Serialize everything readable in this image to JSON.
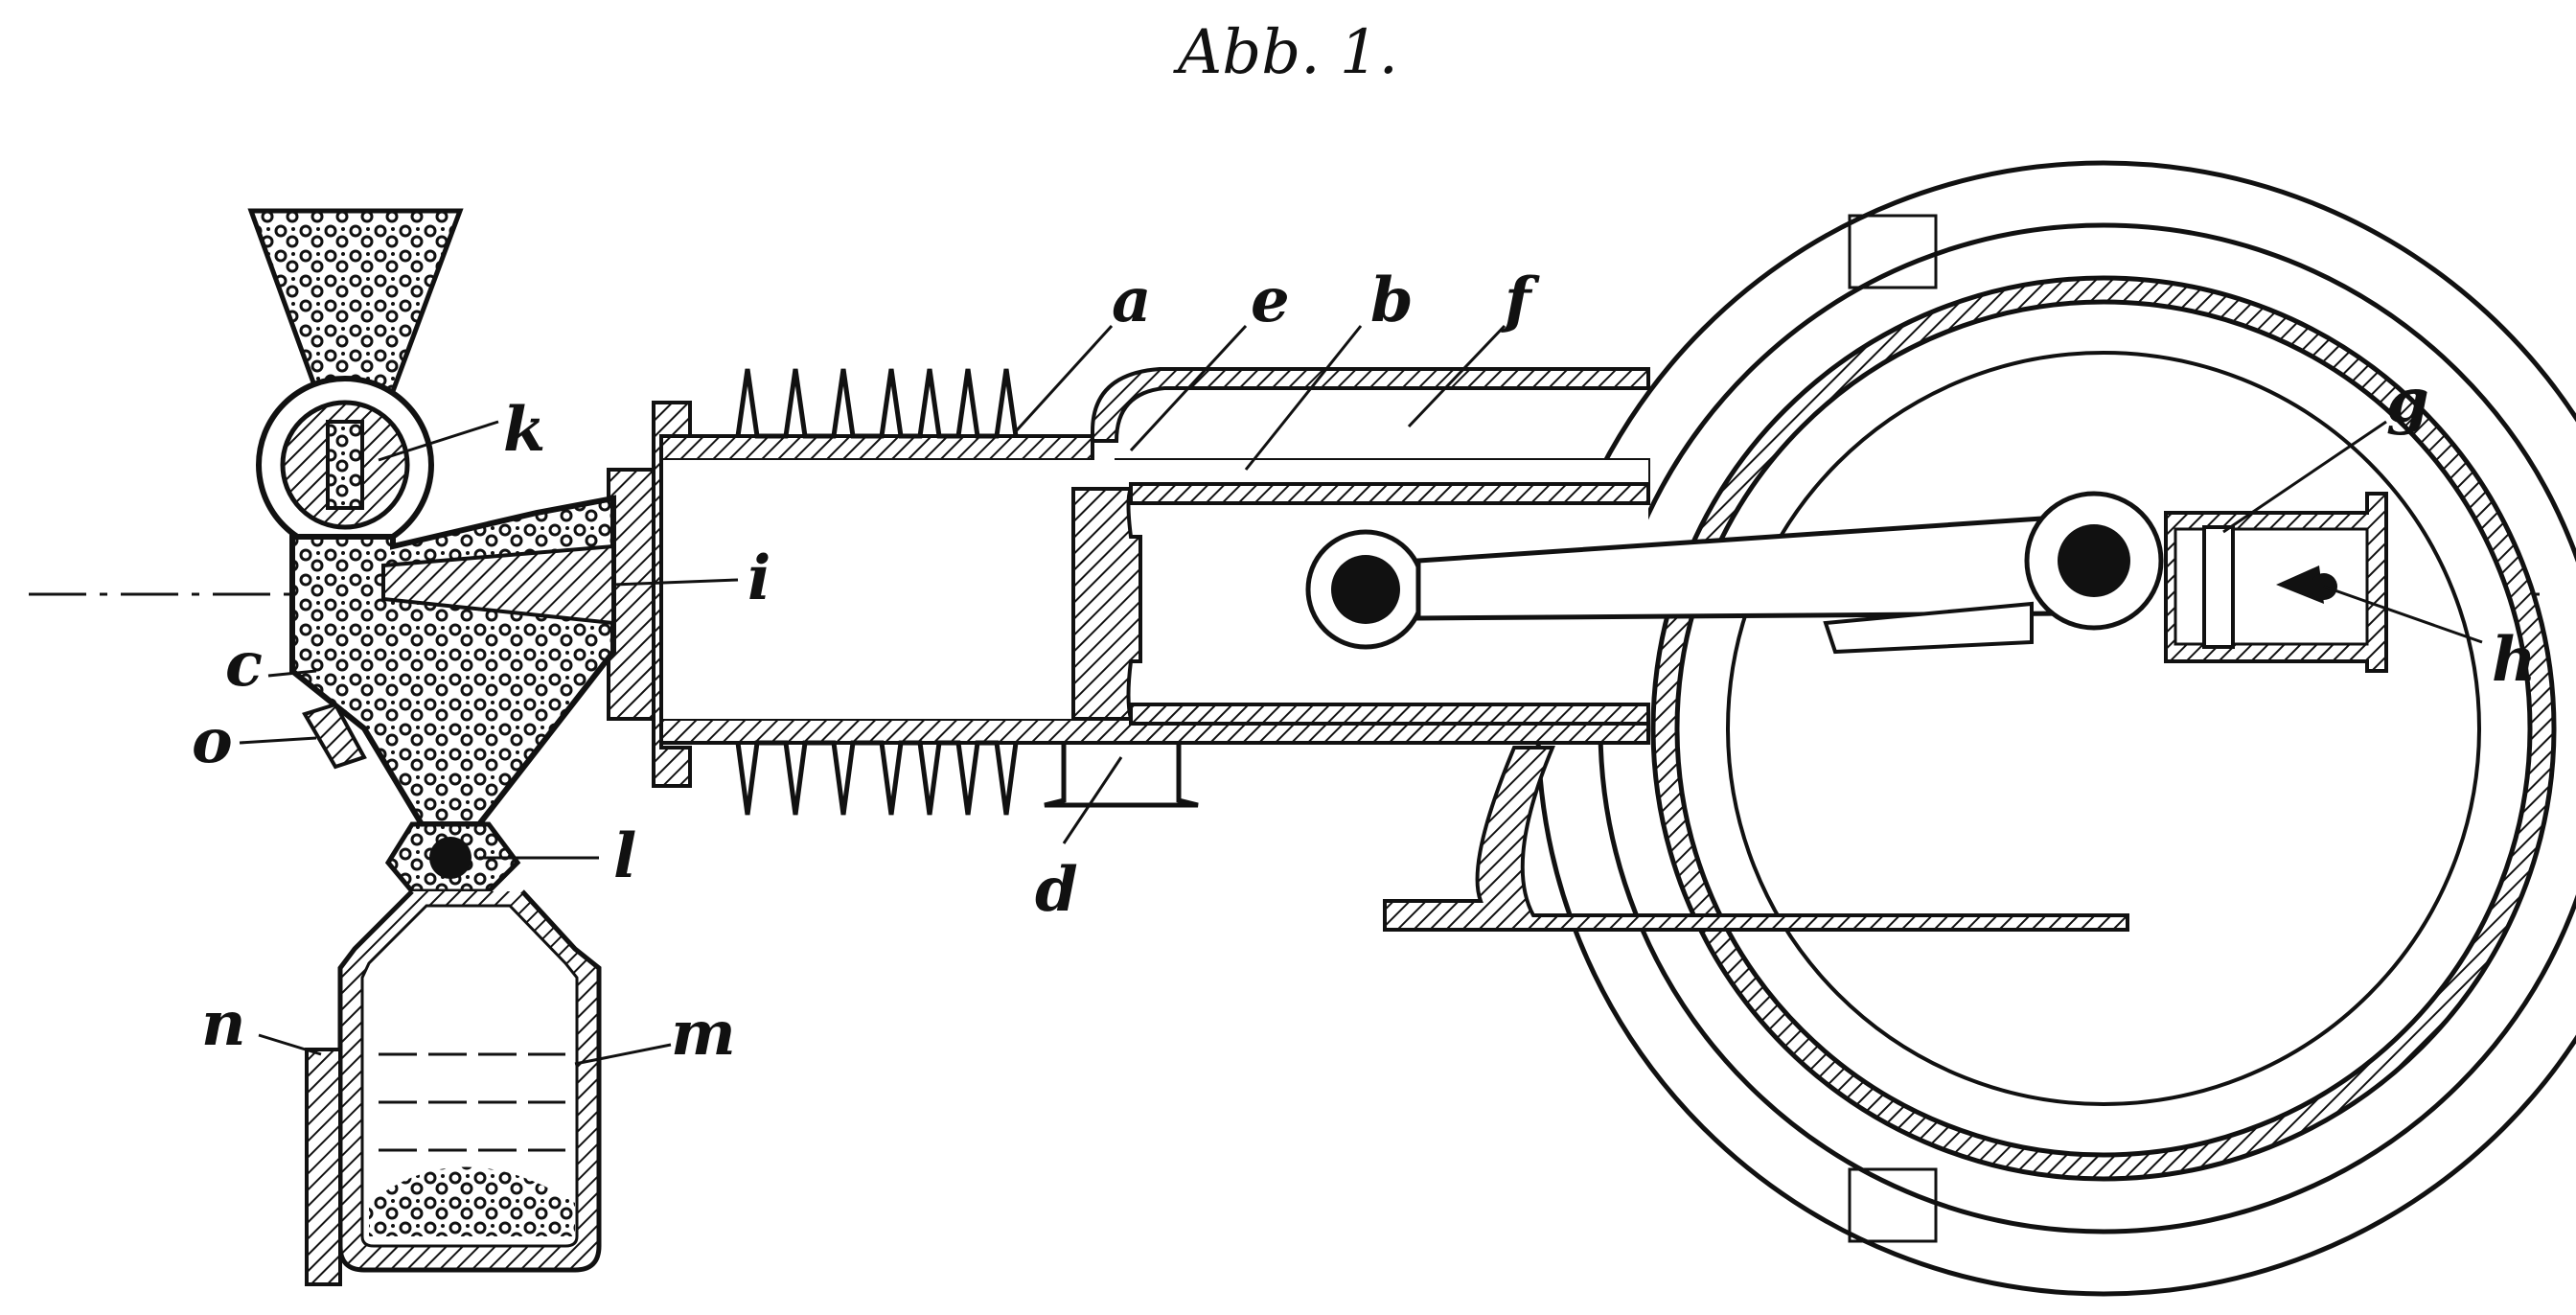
{
  "figure": {
    "title": "Abb. 1."
  },
  "labels": {
    "a": "a",
    "e": "e",
    "b": "b",
    "f": "f",
    "g": "g",
    "h_right": "h",
    "k": "k",
    "i": "i",
    "c": "c",
    "o": "o",
    "l": "l",
    "d": "d",
    "n": "n",
    "m": "m"
  }
}
